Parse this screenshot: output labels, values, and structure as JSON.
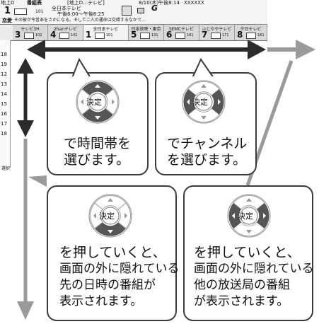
{
  "epg": {
    "header": {
      "source_label": "地上D",
      "genre_label": "番組表",
      "filter_label": "[地上D…テレビ]",
      "datetime": "8/10(木)午後8:14",
      "status": "XXXXXX",
      "ch1_number": "1",
      "ch1_sub": "101",
      "ch1_station": "全日本テレビ",
      "ch1_time": "午後6:00～午後8:25",
      "genre_icon": "恋愛",
      "synopsis": "その彼が今昔あをさかになる。そして二人の運命は交錯するなかで…",
      "logo_text": "G"
    },
    "channels": [
      {
        "name": "テレビ3H",
        "number": "3",
        "sub": "102"
      },
      {
        "name": "2hanテレビ",
        "number": "4",
        "sub": "141"
      },
      {
        "name": "全日本テレビ",
        "number": "1",
        "sub": "101"
      },
      {
        "name": "日本放映・東京",
        "number": "5",
        "sub": "131"
      },
      {
        "name": "SEMCテレビ",
        "number": "6",
        "sub": "161"
      },
      {
        "name": "ふじややテレビ",
        "number": "7",
        "sub": "171"
      },
      {
        "name": "夕日テレビ",
        "number": "8",
        "sub": "181"
      }
    ],
    "times": [
      "18",
      "19",
      "12",
      "13",
      "14",
      "15",
      "16",
      "17",
      "18"
    ],
    "side_label": "選択"
  },
  "remote": {
    "center_label": "決定"
  },
  "captions": {
    "time_band": [
      "で時間帯を",
      "選びます。"
    ],
    "channel": [
      "でチャンネル",
      "を選びます。"
    ],
    "scroll_time": [
      "を押していくと、",
      "画面の外に隠れている",
      "先の日時の番組が",
      "表示されます。"
    ],
    "scroll_channel": [
      "を押していくと、",
      "画面の外に隠れている",
      "他の放送局の番組",
      "が表示されます。"
    ]
  },
  "colors": {
    "arrow_dark": "#2b2b2b",
    "arrow_gray": "#9a9a9a",
    "button_dark": "#444444"
  }
}
